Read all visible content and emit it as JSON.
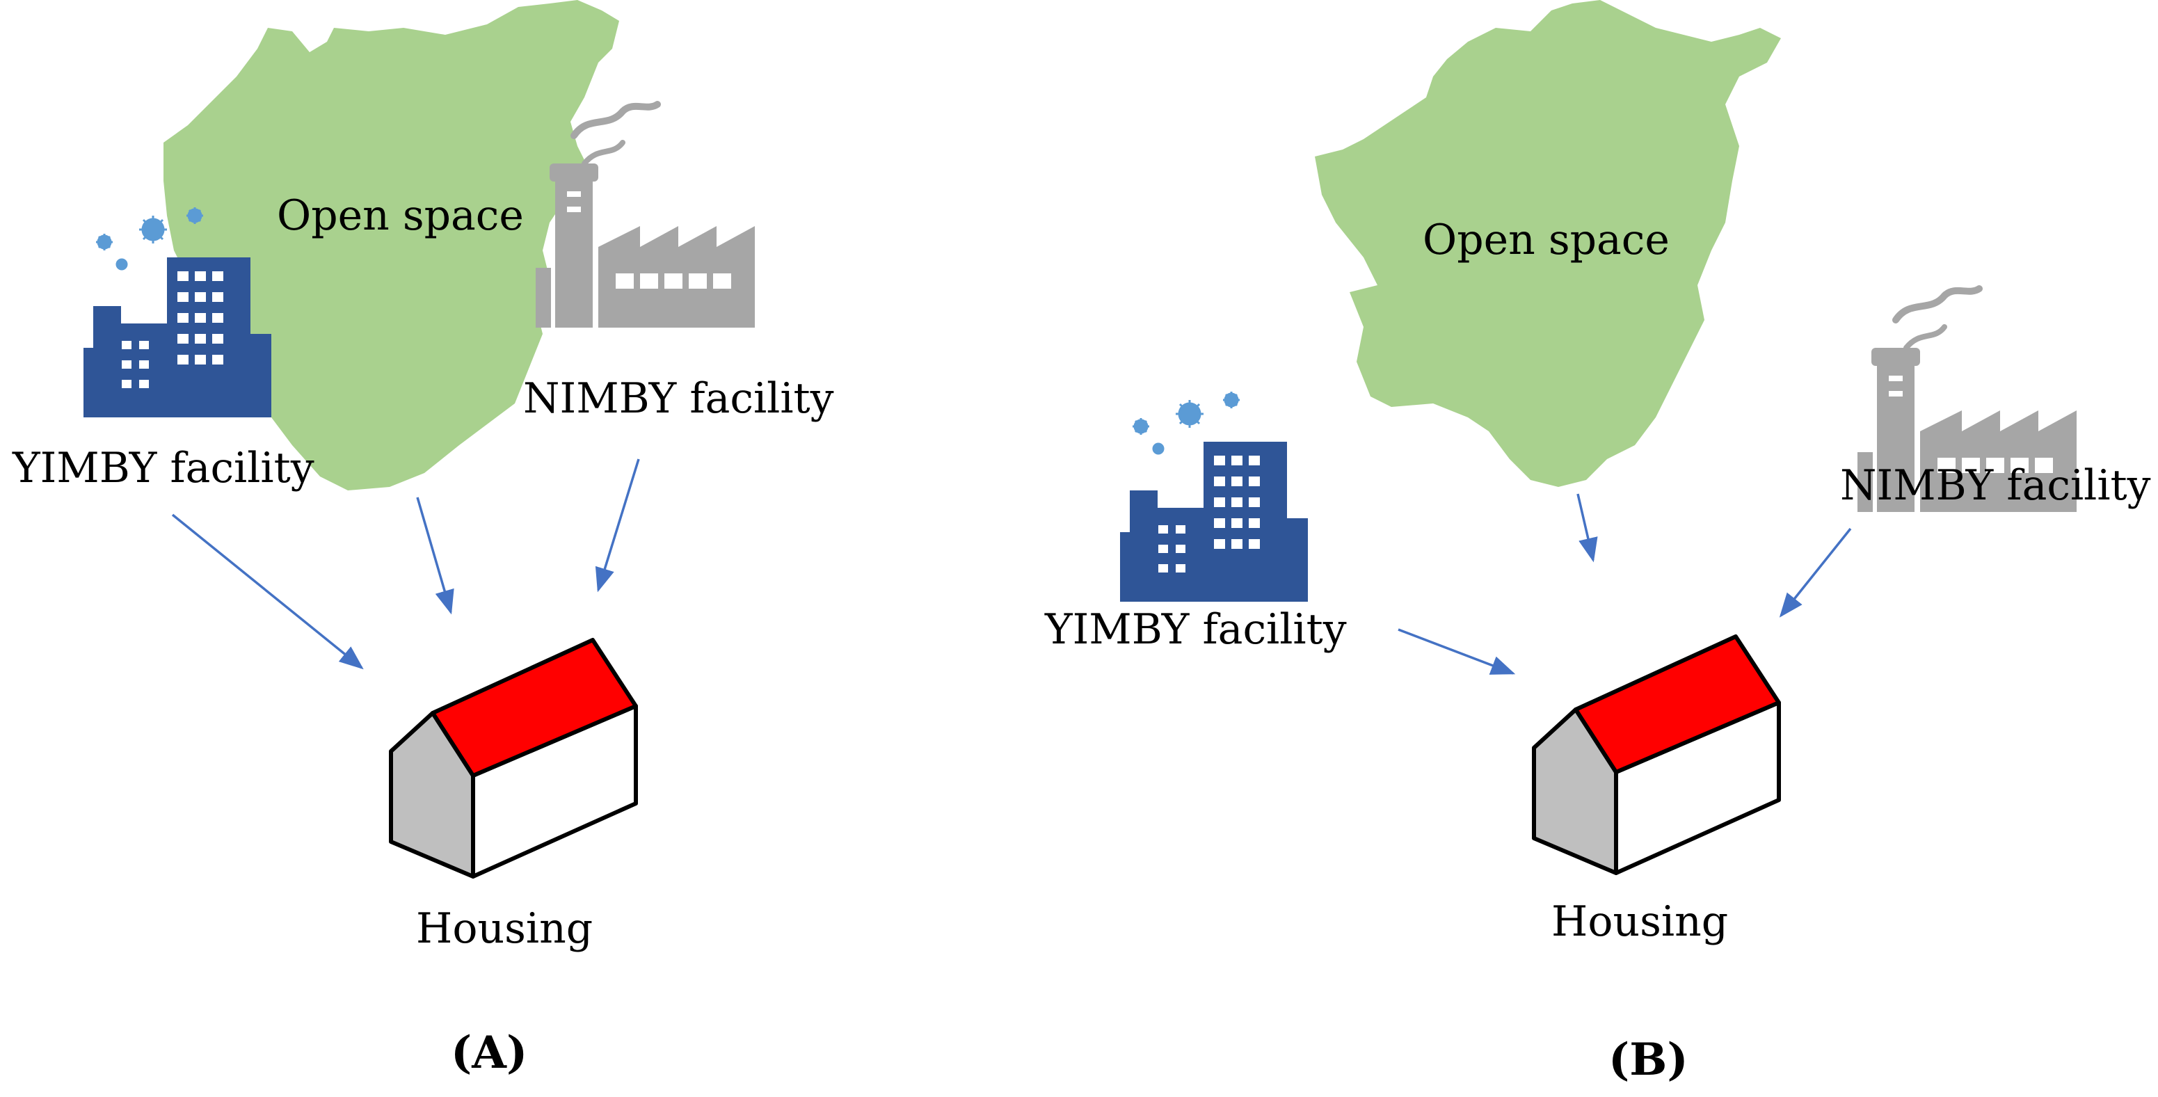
{
  "colors": {
    "open_space": "#A9D18E",
    "yimby": "#2F5597",
    "yimby_burst": "#5B9BD5",
    "nimby": "#A6A6A6",
    "roof": "#FF0000",
    "house_side": "#BFBFBF",
    "arrow": "#4472C4"
  },
  "panels": [
    {
      "id": "A",
      "panel_label": "(A)",
      "open_space_label": "Open space",
      "yimby_label": "YIMBY facility",
      "nimby_label": "NIMBY facility",
      "housing_label": "Housing"
    },
    {
      "id": "B",
      "panel_label": "(B)",
      "open_space_label": "Open space",
      "yimby_label": "YIMBY facility",
      "nimby_label": "NIMBY facility",
      "housing_label": "Housing"
    }
  ]
}
